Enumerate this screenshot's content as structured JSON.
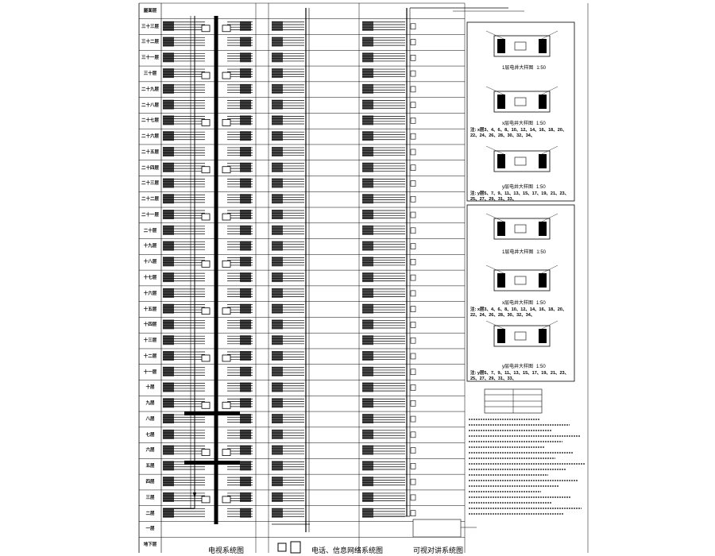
{
  "diagram": {
    "system_titles": {
      "tv": "电视系统图",
      "phone_network": "电话、信息网络系统图",
      "intercom": "可视对讲系统图"
    },
    "floors": [
      "屋面层",
      "三十三层",
      "三十二层",
      "三十一层",
      "三十层",
      "二十九层",
      "二十八层",
      "二十七层",
      "二十六层",
      "二十五层",
      "二十四层",
      "二十三层",
      "二十二层",
      "二十一层",
      "二十层",
      "十九层",
      "十八层",
      "十七层",
      "十六层",
      "十五层",
      "十四层",
      "十三层",
      "十二层",
      "十一层",
      "十层",
      "九层",
      "八层",
      "七层",
      "六层",
      "五层",
      "四层",
      "三层",
      "二层",
      "一层",
      "地下层"
    ],
    "detail_panels": [
      {
        "title": "1层电井大样图",
        "scale": "1:50"
      },
      {
        "title": "x层电井大样图",
        "scale": "1:50",
        "note": "注: x层3、4、6、8、10、12、14、16、18、20、22、24、26、28、30、32、34、"
      },
      {
        "title": "y层电井大样图",
        "scale": "1:50",
        "note": "注: y层5、7、9、11、13、15、17、19、21、23、25、27、29、31、33、"
      },
      {
        "title": "1层电井大样图",
        "scale": "1:50"
      },
      {
        "title": "x层电井大样图",
        "scale": "1:50",
        "note": "注: x层3、4、6、8、10、12、14、16、18、20、22、24、26、28、30、32、34、"
      },
      {
        "title": "y层电井大样图",
        "scale": "1:50",
        "note": "注: y层5、7、9、11、13、15、17、19、21、23、25、27、29、31、33、"
      }
    ]
  }
}
